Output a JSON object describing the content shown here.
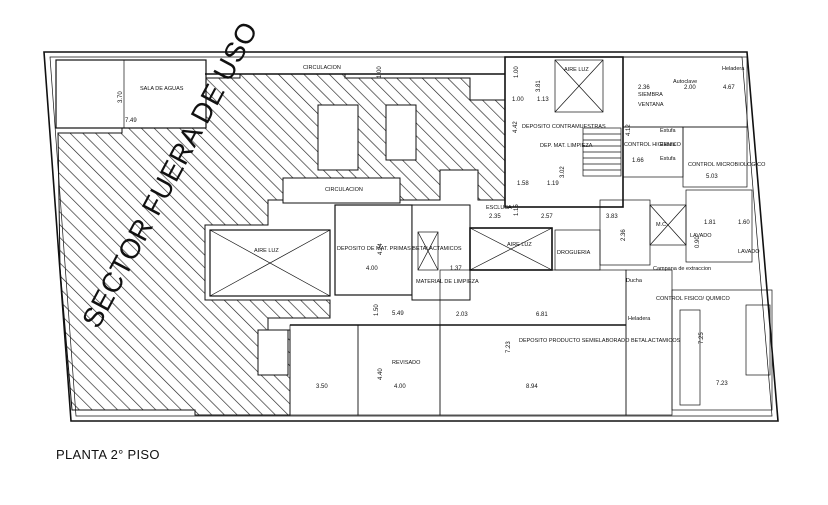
{
  "title": "PLANTA 2° PISO",
  "stamp": "SECTOR FUERA DE USO",
  "rooms": {
    "circulacion_top": "CIRCULACION",
    "sala_aguas": "SALA DE AGUAS",
    "aire_luz_top": "AIRE LUZ",
    "aire_luz_left": "AIRE LUZ",
    "aire_luz_mid": "AIRE LUZ",
    "circulacion_mid": "CIRCULACION",
    "deposito_contramuestras": "DEPOSITO CONTRAMUESTRAS",
    "dep_mat_limpieza_top": "DEP. MAT. LIMPIEZA",
    "siembra": "SIEMBRA",
    "ventana": "VENTANA",
    "control_microbiologico": "CONTROL MICROBIOLOGICO",
    "control_higienico": "CONTROL HIGIENICO",
    "estufa_1": "Estufa",
    "estufa_2": "Estufa",
    "estufa_3": "Estufa",
    "autoclave": "Autoclave",
    "esclusa": "ESCLUSA",
    "deposito_mat_primas": "DEPOSITO DE MAT. PRIMAS BETALACTAMICOS",
    "material_limpieza": "MATERIAL DE LIMPIEZA",
    "drogueria": "DROGUERIA",
    "lavado_1": "LAVADO",
    "lavado_2": "LAVADO",
    "campana": "Campana de extraccion",
    "ducha": "Ducha",
    "control_fisico": "CONTROL FISICO/ QUIMICO",
    "heladera": "Heladera",
    "heladera_top": "Heladera",
    "revisado": "REVISADO",
    "deposito_producto": "DEPOSITO PRODUCTO SEMIELABORADO BETALACTAMICOS",
    "mc": "M.C."
  },
  "dimensions": {
    "d_7_49": "7.49",
    "d_3_70": "3.70",
    "d_1_00a": "1.00",
    "d_1_00b": "1.00",
    "d_3_81": "3.81",
    "d_1_00c": "1.00",
    "d_1_13": "1.13",
    "d_4_42": "4.42",
    "d_1_58": "1.58",
    "d_1_19": "1.19",
    "d_3_02": "3.02",
    "d_2_36": "2.36",
    "d_2_00": "2.00",
    "d_4_67": "4.67",
    "d_4_12": "4.12",
    "d_1_66": "1.66",
    "d_5_03": "5.03",
    "d_2_35": "2.35",
    "d_1_15": "1.15",
    "d_2_57": "2.57",
    "d_3_83": "3.83",
    "d_2_36b": "2.36",
    "d_1_81": "1.81",
    "d_1_60": "1.60",
    "d_0_90": "0.90",
    "d_4_24": "4.24",
    "d_4_00a": "4.00",
    "d_1_37": "1.37",
    "d_1_50": "1.50",
    "d_5_49": "5.49",
    "d_2_03": "2.03",
    "d_6_81": "6.81",
    "d_7_23a": "7.23",
    "d_7_25": "7.25",
    "d_4_40": "4.40",
    "d_3_50": "3.50",
    "d_4_00b": "4.00",
    "d_8_94": "8.94",
    "d_7_23b": "7.23"
  }
}
